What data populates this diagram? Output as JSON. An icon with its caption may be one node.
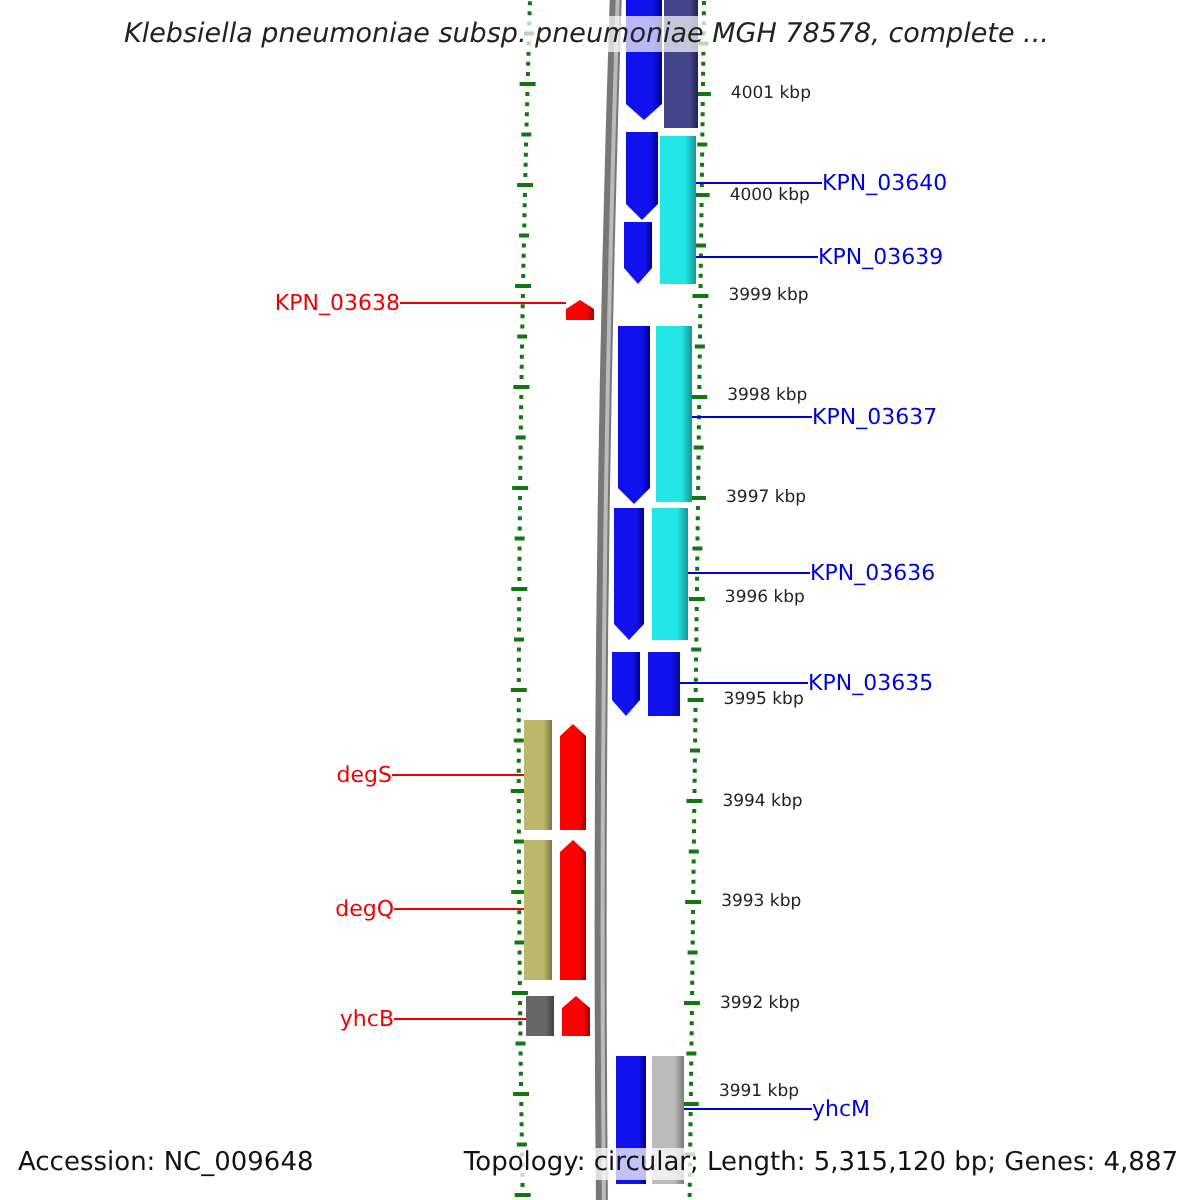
{
  "diagram": {
    "title": "Klebsiella pneumoniae subsp. pneumoniae MGH 78578, complete ...",
    "nodes": [
      {
        "text": [
          "KPN_03640"
        ]
      },
      {
        "text": [
          "KPN_03639"
        ]
      },
      {
        "text": [
          "KPN_03638"
        ]
      },
      {
        "text": [
          "KPN_03637"
        ]
      },
      {
        "text": [
          "KPN_03636"
        ]
      },
      {
        "text": [
          "KPN_03635"
        ]
      },
      {
        "text": [
          "degS"
        ]
      },
      {
        "text": [
          "degQ"
        ]
      },
      {
        "text": [
          "yhcB"
        ]
      },
      {
        "text": [
          "yhcM"
        ]
      },
      {
        "text": [],
        "shape": "bar"
      },
      {
        "text": [],
        "shape": "bar"
      },
      {
        "text": [],
        "shape": "pentagon"
      },
      {
        "text": [],
        "shape": "bar"
      },
      {
        "text": [],
        "shape": "bar"
      },
      {
        "text": [],
        "shape": "bar"
      },
      {
        "text": [],
        "shape": "bar"
      },
      {
        "text": [],
        "shape": "bar"
      },
      {
        "text": [],
        "shape": "bar"
      },
      {
        "text": [],
        "shape": "bar"
      }
    ],
    "edges": [
      {
        "from": 0,
        "to": 10,
        "arrow": "none"
      },
      {
        "from": 1,
        "to": 11,
        "arrow": "none"
      },
      {
        "from": 2,
        "to": 12,
        "arrow": "none",
        "color": "#ee0000"
      },
      {
        "from": 3,
        "to": 13,
        "arrow": "none"
      },
      {
        "from": 4,
        "to": 14,
        "arrow": "none"
      },
      {
        "from": 5,
        "to": 15,
        "arrow": "none"
      },
      {
        "from": 6,
        "to": 16,
        "arrow": "none",
        "color": "#ee0000"
      },
      {
        "from": 7,
        "to": 17,
        "arrow": "none",
        "color": "#ee0000"
      },
      {
        "from": 8,
        "to": 18,
        "arrow": "none",
        "color": "#ee0000"
      },
      {
        "from": 9,
        "to": 19,
        "arrow": "none"
      }
    ],
    "labels": [
      "4001 kbp",
      "4000 kbp",
      "3999 kbp",
      "3998 kbp",
      "3997 kbp",
      "3996 kbp",
      "3995 kbp",
      "3994 kbp",
      "3993 kbp",
      "3992 kbp",
      "3991 kbp",
      "Accession: NC_009648",
      "Topology: circular; Length: 5,315,120 bp; Genes: 4,887"
    ]
  }
}
